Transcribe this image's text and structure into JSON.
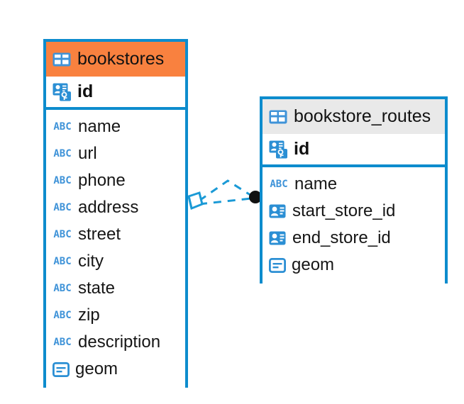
{
  "diagram": {
    "type": "entity-relationship-diagram",
    "background": "#ffffff",
    "accent_border": "#0d8ccd",
    "icon_blue": "#3f93d8",
    "endpoint_dark": "#111111"
  },
  "entities": [
    {
      "name": "bookstores",
      "header_color": "#f9813f",
      "header_icon": "table-icon",
      "primary_key": {
        "label": "id",
        "icon": "primary-key-icon"
      },
      "fields": [
        {
          "label": "name",
          "icon": "abc-text-icon"
        },
        {
          "label": "url",
          "icon": "abc-text-icon"
        },
        {
          "label": "phone",
          "icon": "abc-text-icon"
        },
        {
          "label": "address",
          "icon": "abc-text-icon"
        },
        {
          "label": "street",
          "icon": "abc-text-icon"
        },
        {
          "label": "city",
          "icon": "abc-text-icon"
        },
        {
          "label": "state",
          "icon": "abc-text-icon"
        },
        {
          "label": "zip",
          "icon": "abc-text-icon"
        },
        {
          "label": "description",
          "icon": "abc-text-icon"
        },
        {
          "label": "geom",
          "icon": "geometry-icon"
        }
      ]
    },
    {
      "name": "bookstore_routes",
      "header_color": "#e9e9e9",
      "header_icon": "table-icon",
      "primary_key": {
        "label": "id",
        "icon": "primary-key-icon"
      },
      "fields": [
        {
          "label": "name",
          "icon": "abc-text-icon"
        },
        {
          "label": "start_store_id",
          "icon": "foreign-key-icon"
        },
        {
          "label": "end_store_id",
          "icon": "foreign-key-icon"
        },
        {
          "label": "geom",
          "icon": "geometry-icon"
        }
      ]
    }
  ],
  "relationships": [
    {
      "from_entity": "bookstores",
      "to_entity": "bookstore_routes",
      "from_marker": "rhombus-open",
      "to_marker": "filled-circle",
      "line_style": "dashed",
      "line_color": "#1b9ad6"
    },
    {
      "from_entity": "bookstores",
      "to_entity": "bookstore_routes",
      "from_marker": "rhombus-open",
      "to_marker": "filled-circle",
      "line_style": "dashed",
      "line_color": "#1b9ad6"
    }
  ]
}
